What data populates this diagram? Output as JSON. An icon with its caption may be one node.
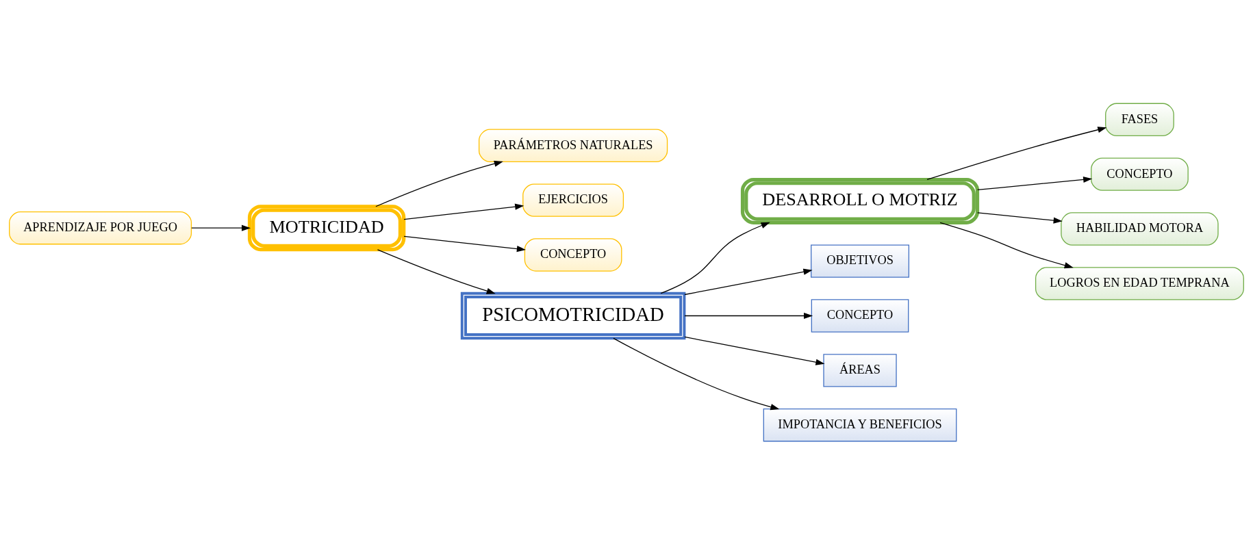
{
  "diagram": {
    "nodes": [
      {
        "text": [
          "DESARROLL O MOTRIZ"
        ]
      },
      {
        "text": [
          "FASES"
        ]
      },
      {
        "text": [
          "CONCEPTO"
        ]
      },
      {
        "text": [
          "HABILIDAD MOTORA"
        ]
      },
      {
        "text": [
          "LOGROS EN EDAD TEMPRANA"
        ]
      },
      {
        "text": [
          "MOTRICIDAD"
        ]
      },
      {
        "text": [
          "PARÁMETROS NATURALES"
        ]
      },
      {
        "text": [
          "EJERCICIOS"
        ]
      },
      {
        "text": [
          "CONCEPTO"
        ]
      },
      {
        "text": [
          "APRENDIZAJE POR JUEGO"
        ]
      },
      {
        "text": [
          "PSICOMOTRICIDAD"
        ]
      },
      {
        "text": [
          "OBJETIVOS"
        ]
      },
      {
        "text": [
          "CONCEPTO"
        ]
      },
      {
        "text": [
          "ÁREAS"
        ]
      },
      {
        "text": [
          "IMPOTANCIA Y BENEFICIOS"
        ]
      }
    ],
    "edges": [
      {
        "from": 0,
        "to": 1,
        "arrow": "to"
      },
      {
        "from": 0,
        "to": 2,
        "arrow": "to"
      },
      {
        "from": 0,
        "to": 3,
        "arrow": "to"
      },
      {
        "from": 0,
        "to": 4,
        "arrow": "to"
      },
      {
        "from": 10,
        "to": 0,
        "arrow": "to"
      },
      {
        "from": 5,
        "to": 6,
        "arrow": "to"
      },
      {
        "from": 5,
        "to": 7,
        "arrow": "to"
      },
      {
        "from": 5,
        "to": 8,
        "arrow": "to"
      },
      {
        "from": 9,
        "to": 5,
        "arrow": "to"
      },
      {
        "from": 5,
        "to": 10,
        "arrow": "to"
      },
      {
        "from": 10,
        "to": 11,
        "arrow": "to"
      },
      {
        "from": 10,
        "to": 12,
        "arrow": "to"
      },
      {
        "from": 10,
        "to": 13,
        "arrow": "to"
      },
      {
        "from": 10,
        "to": 14,
        "arrow": "to"
      }
    ]
  }
}
